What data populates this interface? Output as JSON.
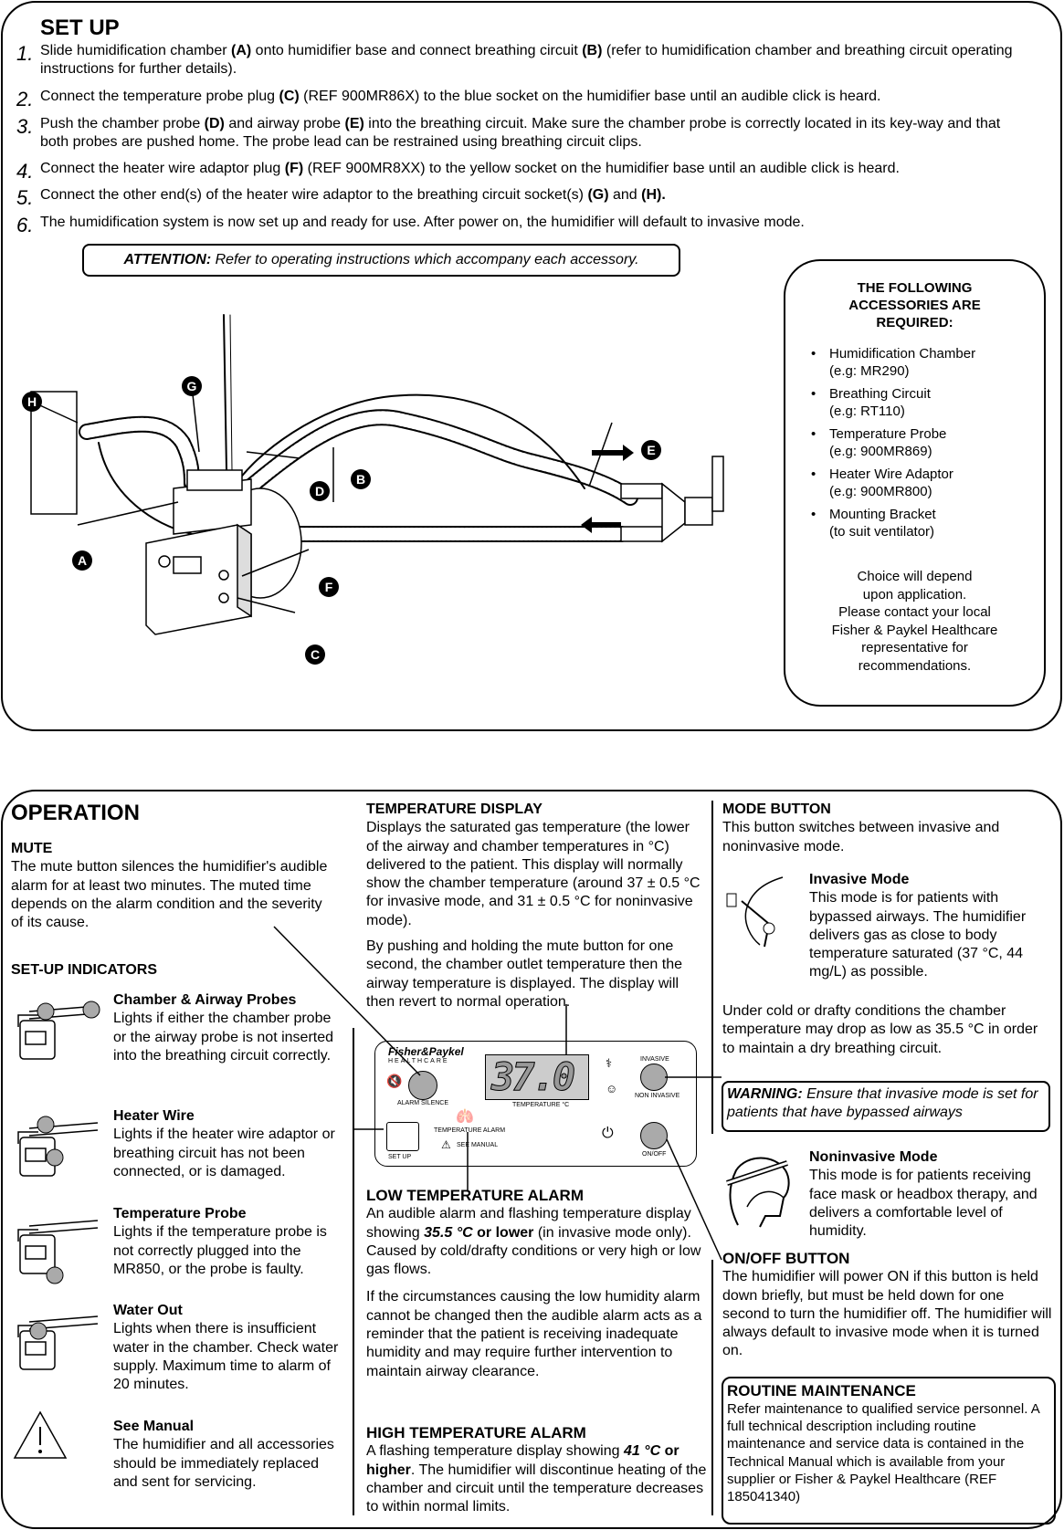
{
  "setup": {
    "title": "SET UP",
    "steps": [
      {
        "num": "1.",
        "text_parts": [
          "Slide humidification chamber ",
          "(A)",
          " onto humidifier base and connect breathing circuit ",
          "(B)",
          " (refer to humidification chamber and breathing circuit operating instructions for further details)."
        ]
      },
      {
        "num": "2.",
        "text_parts": [
          "Connect the temperature probe plug ",
          "(C)",
          " (REF 900MR86X) to the blue socket on the humidifier base until an audible click is heard."
        ]
      },
      {
        "num": "3.",
        "text_parts": [
          "Push the chamber probe ",
          "(D)",
          " and airway probe ",
          "(E)",
          " into the breathing circuit. Make sure the chamber probe is correctly located in its key-way and that both probes are pushed home. The probe lead can be restrained using breathing circuit clips."
        ]
      },
      {
        "num": "4.",
        "text_parts": [
          "Connect the heater wire adaptor plug ",
          "(F)",
          " (REF 900MR8XX) to the yellow socket on the humidifier base until an audible click is heard."
        ]
      },
      {
        "num": "5.",
        "text_parts": [
          "Connect the other end(s) of the heater wire adaptor to the breathing circuit socket(s) ",
          "(G)",
          " and ",
          "(H).",
          ""
        ]
      },
      {
        "num": "6.",
        "text_parts": [
          "The humidification system is now set up and ready for use. After power on, the humidifier will default to invasive mode."
        ]
      }
    ],
    "attention_label": "ATTENTION:",
    "attention_text": " Refer to operating instructions which accompany each accessory.",
    "diagram_labels": [
      "A",
      "B",
      "C",
      "D",
      "E",
      "F",
      "G",
      "H"
    ],
    "accessories": {
      "title_lines": [
        "THE FOLLOWING",
        "ACCESSORIES ARE",
        "REQUIRED:"
      ],
      "items": [
        {
          "name": "Humidification Chamber",
          "example": "(e.g: MR290)"
        },
        {
          "name": "Breathing Circuit",
          "example": "(e.g: RT110)"
        },
        {
          "name": "Temperature Probe",
          "example": "(e.g: 900MR869)"
        },
        {
          "name": "Heater Wire Adaptor",
          "example": "(e.g: 900MR800)"
        },
        {
          "name": "Mounting Bracket",
          "example": "(to suit ventilator)"
        }
      ],
      "note_lines": [
        "Choice will depend",
        "upon application.",
        "Please contact your local",
        "Fisher & Paykel Healthcare",
        "representative for",
        "recommendations."
      ]
    }
  },
  "operation": {
    "title": "OPERATION",
    "mute": {
      "heading": "MUTE",
      "body": "The mute button silences the humidifier's audible alarm for at least two minutes. The muted time depends on the alarm condition and the severity of its cause."
    },
    "setup_indicators": {
      "heading": "SET-UP INDICATORS",
      "items": [
        {
          "heading": "Chamber & Airway Probes",
          "body": "Lights if either the chamber probe or the airway probe is not inserted into the breathing circuit correctly."
        },
        {
          "heading": "Heater Wire",
          "body": "Lights if the heater wire adaptor or breathing circuit has not been connected, or is damaged."
        },
        {
          "heading": "Temperature Probe",
          "body": "Lights if the temperature probe is not correctly plugged into the MR850, or the probe is faulty."
        },
        {
          "heading": "Water Out",
          "body": "Lights when there is insufficient water in the chamber. Check water supply.  Maximum time to alarm of 20 minutes."
        },
        {
          "heading": "See Manual",
          "body": "The humidifier and all accessories should be immediately replaced and sent for servicing."
        }
      ]
    },
    "temperature_display": {
      "heading": "TEMPERATURE DISPLAY",
      "body1": "Displays the saturated gas temperature (the lower of the airway and chamber temperatures in °C) delivered to the patient.  This display will normally show the chamber temperature (around 37 ± 0.5 °C for invasive mode, and 31 ± 0.5 °C for noninvasive mode).",
      "body2": "By pushing and holding the mute button for one second, the chamber outlet temperature then the airway temperature is displayed. The display will then revert to normal operation."
    },
    "panel": {
      "brand": "Fisher&Paykel",
      "brand_sub": "HEALTHCARE",
      "display_value": "37.0",
      "alarm_silence": "ALARM SILENCE",
      "temperature_unit": "TEMPERATURE   °C",
      "invasive": "INVASIVE",
      "non_invasive": "NON INVASIVE",
      "temperature_alarm": "TEMPERATURE ALARM",
      "see_manual": "SEE MANUAL",
      "set_up": "SET UP",
      "on_off": "ON/OFF"
    },
    "low_temp_alarm": {
      "heading": "LOW TEMPERATURE ALARM",
      "body1_parts": [
        "An audible alarm and flashing temperature display showing ",
        "35.5 °C",
        " or lower",
        " (in invasive mode only).  Caused by cold/drafty conditions or very high or low gas flows."
      ],
      "body2": "If the circumstances causing the low humidity alarm cannot be changed then the audible alarm acts as a reminder that the patient is receiving inadequate humidity and may require further intervention to maintain airway clearance."
    },
    "high_temp_alarm": {
      "heading": "HIGH TEMPERATURE ALARM",
      "body_parts": [
        "A flashing temperature display showing ",
        "41 °C",
        " or higher",
        ". The humidifier will discontinue heating of the chamber and circuit until the temperature decreases to within normal limits."
      ]
    },
    "mode_button": {
      "heading": "MODE BUTTON",
      "body": "This button switches between invasive and noninvasive mode.",
      "invasive_heading": "Invasive Mode",
      "invasive_body": "This mode is for patients with bypassed airways. The humidifier delivers gas as close to body temperature saturated (37 °C, 44 mg/L) as possible.",
      "cold_note": "Under cold or drafty conditions the chamber temperature may drop as low as 35.5 °C in order to maintain a dry breathing circuit.",
      "warning_label": "WARNING:",
      "warning_text": " Ensure that invasive mode is set for patients that have bypassed airways",
      "noninvasive_heading": "Noninvasive Mode",
      "noninvasive_body": "This mode is for patients receiving face mask or headbox therapy, and delivers a comfortable level of humidity."
    },
    "on_off": {
      "heading": "ON/OFF BUTTON",
      "body": "The humidifier will power ON if this button is held down briefly, but must be held down for one second to turn the humidifier off. The humidifier will always default to invasive mode when it is turned on."
    },
    "maintenance": {
      "heading": "ROUTINE MAINTENANCE",
      "body": "Refer maintenance to qualified service personnel. A full technical description including routine maintenance and service data is contained in the Technical Manual which is available from your supplier or Fisher & Paykel Healthcare (REF 185041340)"
    }
  }
}
